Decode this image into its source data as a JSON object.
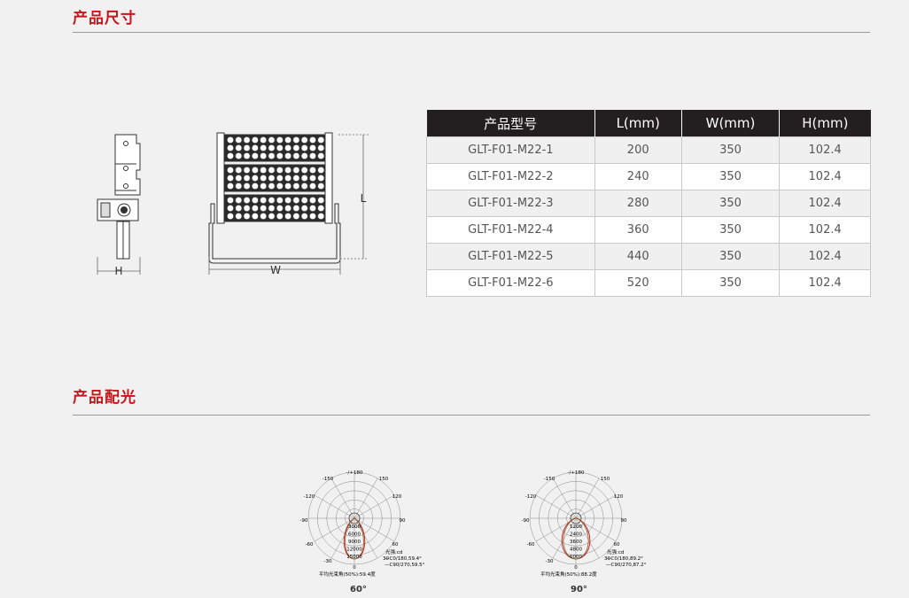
{
  "sections": {
    "dimensions_title": "产品尺寸",
    "light_distribution_title": "产品配光"
  },
  "drawing": {
    "label_h": "H",
    "label_w": "W",
    "label_l": "L"
  },
  "table": {
    "headers": [
      "产品型号",
      "L(mm)",
      "W(mm)",
      "H(mm)"
    ],
    "rows": [
      [
        "GLT-F01-M22-1",
        "200",
        "350",
        "102.4"
      ],
      [
        "GLT-F01-M22-2",
        "240",
        "350",
        "102.4"
      ],
      [
        "GLT-F01-M22-3",
        "280",
        "350",
        "102.4"
      ],
      [
        "GLT-F01-M22-4",
        "360",
        "350",
        "102.4"
      ],
      [
        "GLT-F01-M22-5",
        "440",
        "350",
        "102.4"
      ],
      [
        "GLT-F01-M22-6",
        "520",
        "350",
        "102.4"
      ]
    ]
  },
  "polar_common": {
    "angle_labels": {
      "top": "-/+180",
      "tl": "-150",
      "tr": "150",
      "ul": "-120",
      "ur": "120",
      "l": "-90",
      "r": "90",
      "ll": "-60",
      "lr": "60",
      "bl": "-30",
      "br": "30",
      "bottom": "0"
    },
    "unit_label": "光强:cd"
  },
  "polar_charts": [
    {
      "caption": "60°",
      "radial_labels": [
        "3000",
        "6000",
        "9000",
        "12000",
        "15000"
      ],
      "c0_label": "—C0/180,59.4°",
      "c90_label": "—C90/270,59.5°",
      "beam_text": "平均光束角(50%):59.4度",
      "colors": {
        "c0": "#c8161d",
        "c90": "#8b6a2e"
      }
    },
    {
      "caption": "90°",
      "radial_labels": [
        "1200",
        "2400",
        "3600",
        "4800",
        "6000"
      ],
      "c0_label": "—C0/180,89.2°",
      "c90_label": "—C90/270,87.2°",
      "beam_text": "平均光束角(50%):88.2度",
      "colors": {
        "c0": "#c8161d",
        "c90": "#8b6a2e"
      }
    }
  ]
}
